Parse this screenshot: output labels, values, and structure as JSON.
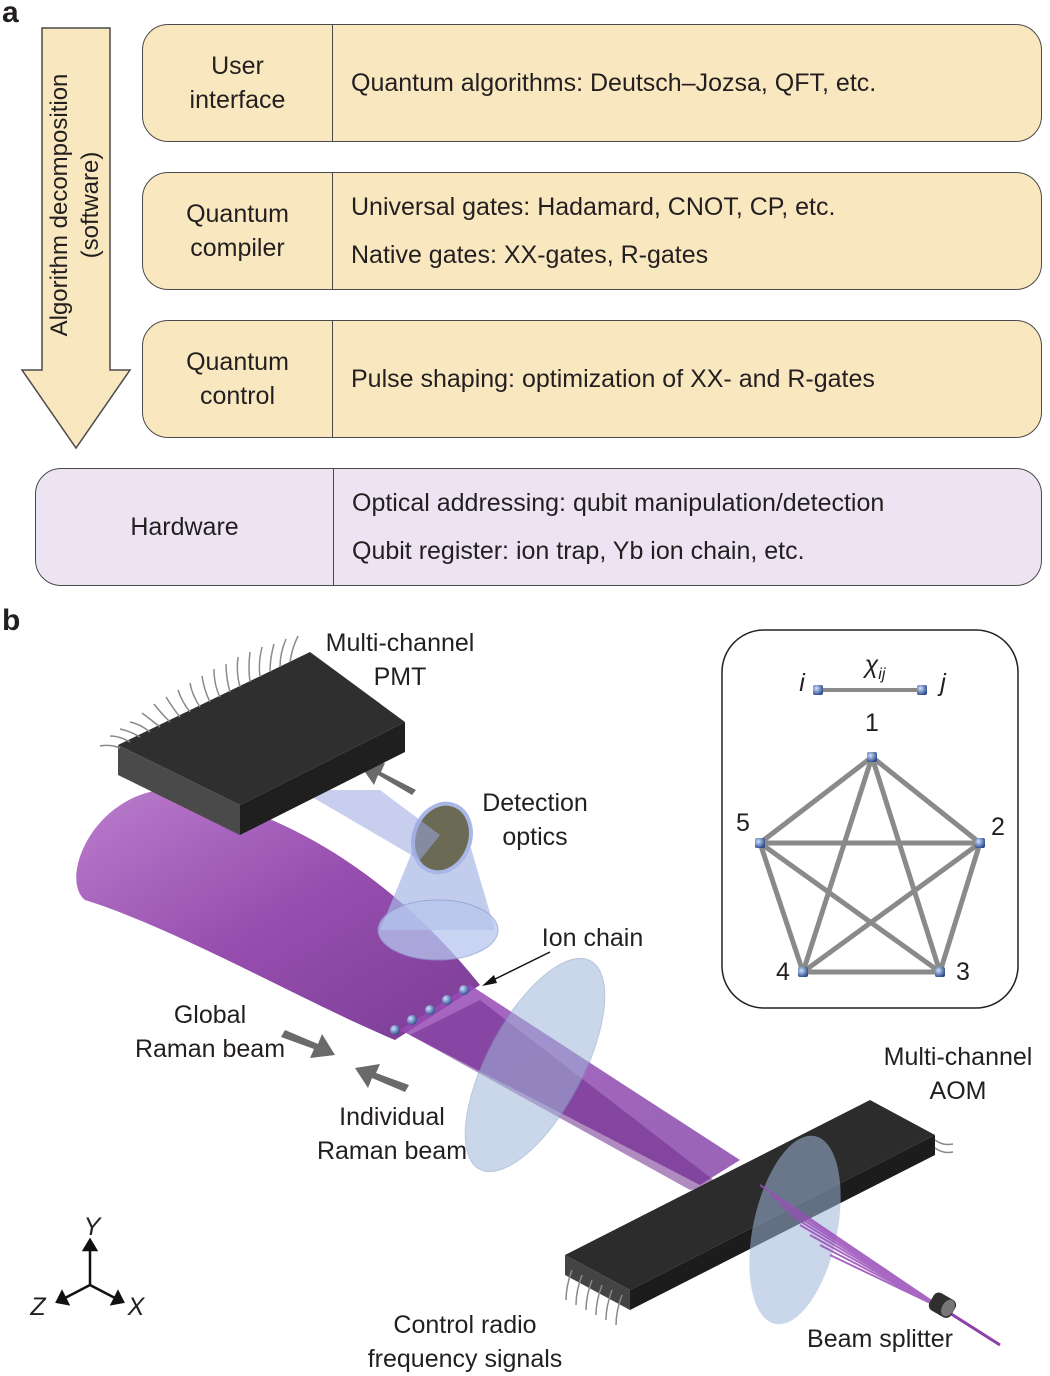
{
  "panel_a": {
    "letter": "a",
    "arrow_label_line1": "Algorithm decomposition",
    "arrow_label_line2": "(software)",
    "layers": [
      {
        "name_line1": "User",
        "name_line2": "interface",
        "descriptions": [
          "Quantum algorithms: Deutsch–Jozsa, QFT, etc."
        ]
      },
      {
        "name_line1": "Quantum",
        "name_line2": "compiler",
        "descriptions": [
          "Universal gates: Hadamard, CNOT, CP, etc.",
          "Native gates: XX-gates, R-gates"
        ]
      },
      {
        "name_line1": "Quantum",
        "name_line2": "control",
        "descriptions": [
          "Pulse shaping: optimization of XX- and R-gates"
        ]
      },
      {
        "name_line1": "Hardware",
        "descriptions": [
          "Optical addressing: qubit manipulation/detection",
          "Qubit register: ion trap, Yb ion chain, etc."
        ]
      }
    ],
    "colors": {
      "software_fill": "#f9e8bf",
      "hardware_fill": "#ece4f2",
      "arrow_fill": "#f9e8bf"
    }
  },
  "panel_b": {
    "letter": "b",
    "labels": {
      "pmt_line1": "Multi-channel",
      "pmt_line2": "PMT",
      "detection_line1": "Detection",
      "detection_line2": "optics",
      "ion_chain": "Ion chain",
      "global_line1": "Global",
      "global_line2": "Raman beam",
      "individual_line1": "Individual",
      "individual_line2": "Raman beam",
      "aom_line1": "Multi-channel",
      "aom_line2": "AOM",
      "rf_line1": "Control radio",
      "rf_line2": "frequency signals",
      "beam_splitter": "Beam splitter"
    },
    "axes": {
      "y": "Y",
      "z": "Z",
      "x": "X"
    },
    "inset": {
      "coupling_symbol": "χ",
      "coupling_subscript": "ij",
      "node_i": "i",
      "node_j": "j",
      "nodes": [
        "1",
        "2",
        "3",
        "4",
        "5"
      ],
      "graph": "complete graph on 5 qubits"
    },
    "colors": {
      "beam_purple": "#8e3fa8",
      "device_gray": "#3a3a3a",
      "optics_blue": "#9fb6d8",
      "edge_gray": "#8a8a8a"
    }
  }
}
